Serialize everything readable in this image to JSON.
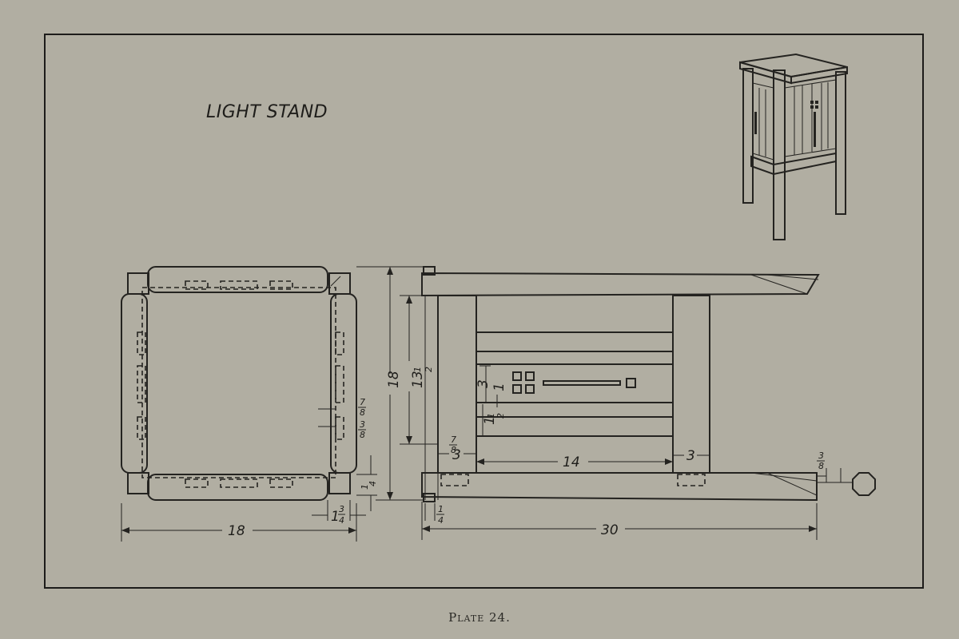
{
  "title": "LIGHT STAND",
  "caption": "Plate 24.",
  "colors": {
    "paper": "#b1aea2",
    "ink": "#242320"
  },
  "plan_view": {
    "width_label": "18",
    "leg_label_whole": "1",
    "leg_label_frac_num": "3",
    "leg_label_frac_den": "4",
    "depth_frac_num": "1",
    "depth_frac_den": "4",
    "slot_a_num": "7",
    "slot_a_den": "8",
    "slot_b_num": "3",
    "slot_b_den": "8"
  },
  "elevation_view": {
    "height_label": "18",
    "inner_height_whole": "13",
    "inner_height_num": "1",
    "inner_height_den": "2",
    "length_label": "30",
    "panel_width_label": "14",
    "leg_width_left_label": "3",
    "leg_width_right_label": "3",
    "offset_num": "7",
    "offset_den": "8",
    "bottom_num": "1",
    "bottom_den": "4",
    "slat_gap_label": "3",
    "rail_label": "1",
    "rail_sub_whole": "1",
    "rail_sub_num": "1",
    "rail_sub_den": "2",
    "tenon_num": "3",
    "tenon_den": "8"
  }
}
